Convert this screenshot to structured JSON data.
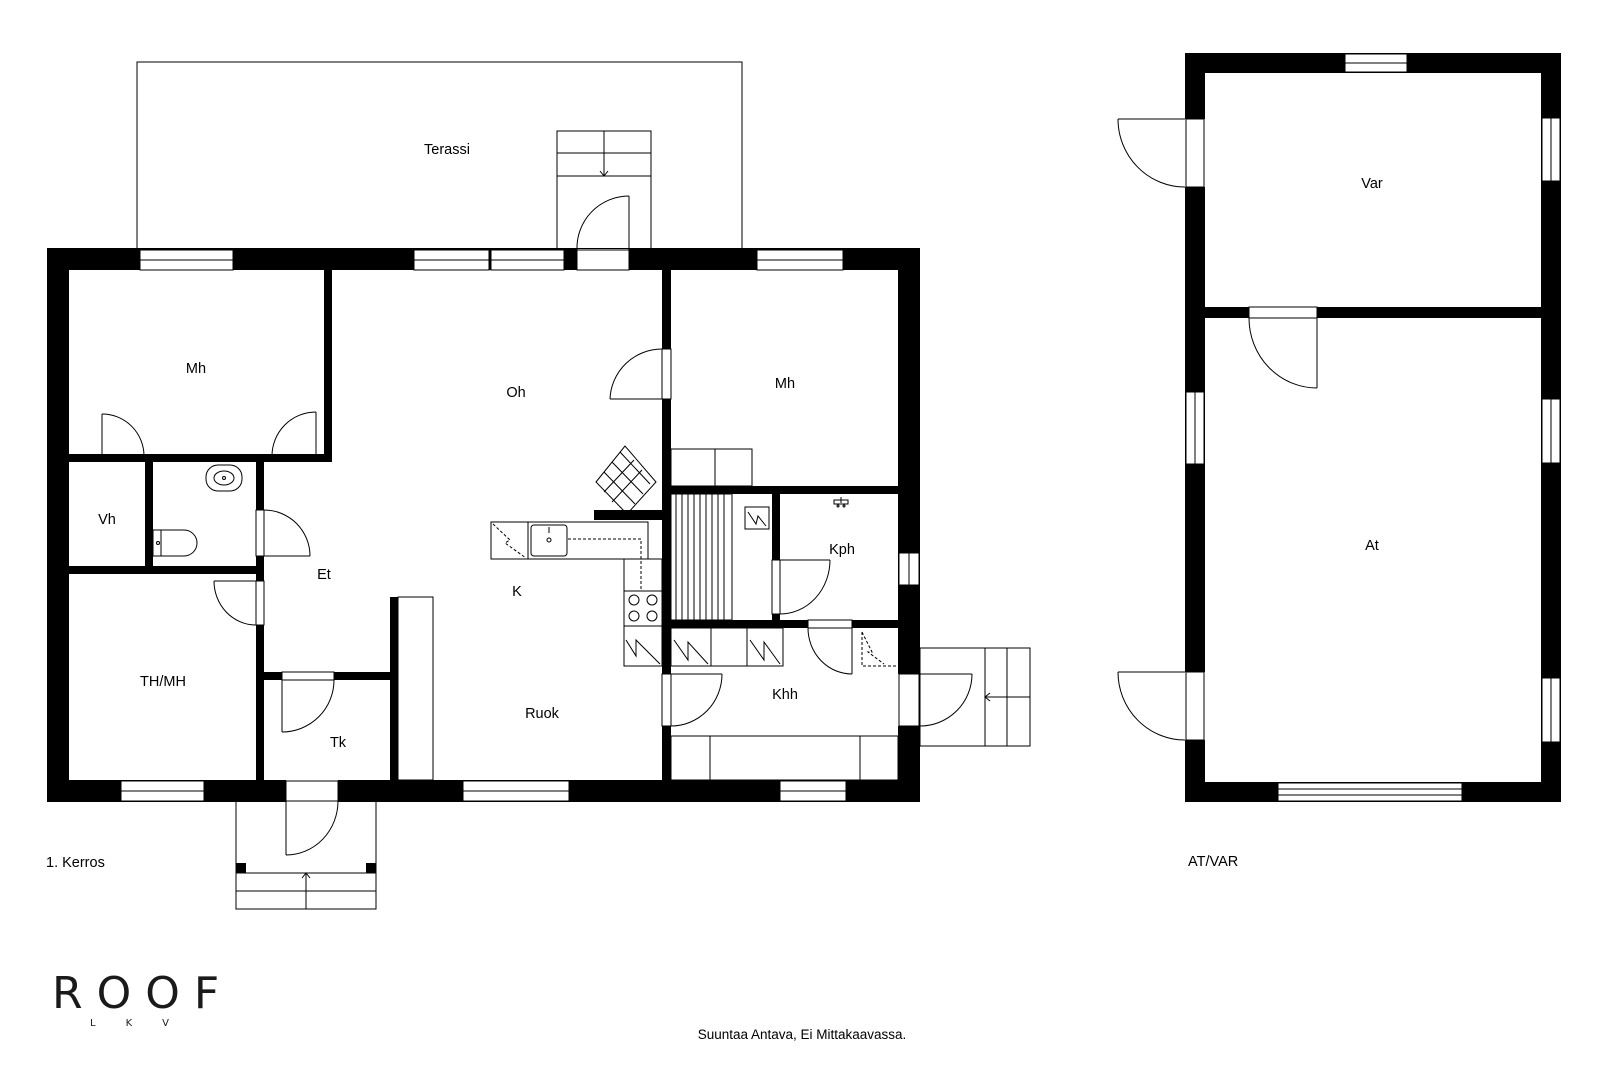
{
  "floors": {
    "first_floor_label": "1. Kerros",
    "outbuilding_label": "AT/VAR"
  },
  "rooms": {
    "terassi": "Terassi",
    "mh_left": "Mh",
    "oh": "Oh",
    "mh_right": "Mh",
    "vh": "Vh",
    "et": "Et",
    "k": "K",
    "kph": "Kph",
    "th_mh": "TH/MH",
    "ruok": "Ruok",
    "khh": "Khh",
    "tk": "Tk",
    "var": "Var",
    "at": "At"
  },
  "logo": {
    "main": "ROOF",
    "sub": "LKV"
  },
  "footer": {
    "disclaimer": "Suuntaa Antava, Ei Mittakaavassa."
  }
}
